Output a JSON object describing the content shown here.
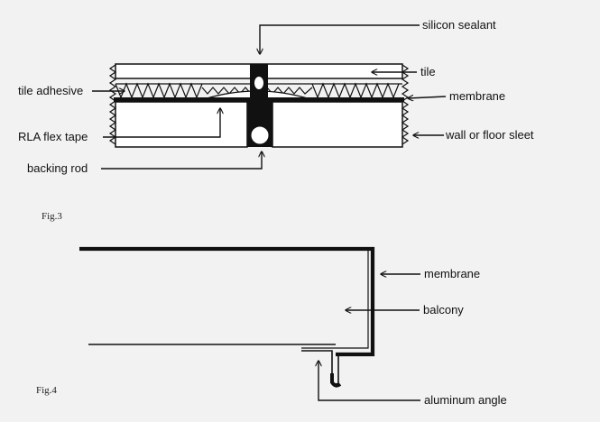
{
  "colors": {
    "background": "#f2f2f2",
    "ink": "#111111"
  },
  "fig3": {
    "caption": "Fig.3",
    "labels": {
      "silicon_sealant": "silicon sealant",
      "tile": "tile",
      "tile_adhesive": "tile adhesive",
      "membrane": "membrane",
      "rla_flex_tape": "RLA flex tape",
      "wall_or_floor_sleet": "wall or floor sleet",
      "backing_rod": "backing rod"
    }
  },
  "fig4": {
    "caption": "Fig.4",
    "labels": {
      "membrane": "membrane",
      "balcony": "balcony",
      "aluminum_angle": "aluminum angle"
    }
  }
}
